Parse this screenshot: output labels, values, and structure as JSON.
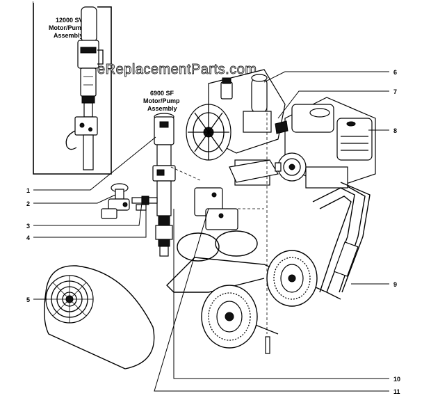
{
  "watermark": "eReplacementParts.com",
  "inset": {
    "label_lines": [
      "12000 SV",
      "Motor/Pump",
      "Assembly"
    ]
  },
  "pump_label_lines": [
    "6900 SF",
    "Motor/Pump",
    "Assembly"
  ],
  "callouts": [
    "1",
    "2",
    "3",
    "4",
    "5",
    "6",
    "7",
    "8",
    "9",
    "10",
    "11"
  ]
}
